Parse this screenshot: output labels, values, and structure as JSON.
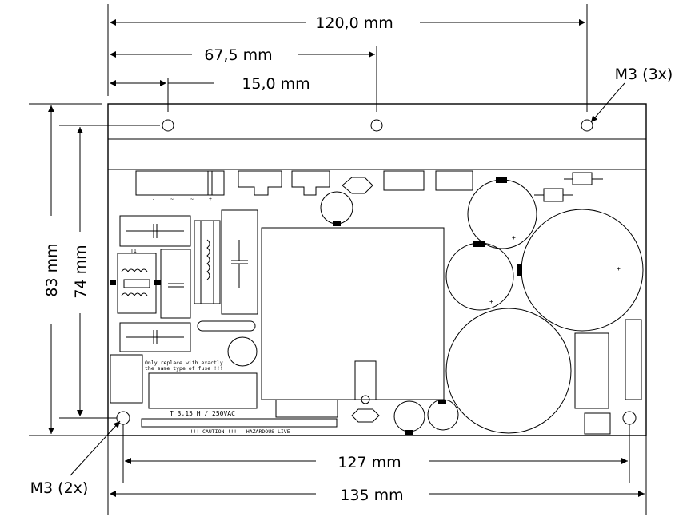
{
  "dimensions": {
    "total_hole_span": "120,0 mm",
    "middle_hole_offset": "67,5 mm",
    "first_hole_offset": "15,0 mm",
    "top_holes_callout": "M3 (3x)",
    "board_height": "83 mm",
    "hole_row_spacing": "74 mm",
    "bottom_hole_span": "127 mm",
    "board_width": "135 mm",
    "bottom_holes_callout": "M3 (2x)"
  },
  "board": {
    "fuse_warning_line1": "Only replace with exactly",
    "fuse_warning_line2": "the same type of fuse !!!",
    "fuse_rating": "T 3,15 H / 250VAC",
    "caution_label": "!!! CAUTION !!!  -  HAZARDOUS LIVE",
    "transformer_label": "T1",
    "connector_pins": [
      "-",
      "~",
      "~",
      "+"
    ],
    "capacitor_plus": "+"
  }
}
